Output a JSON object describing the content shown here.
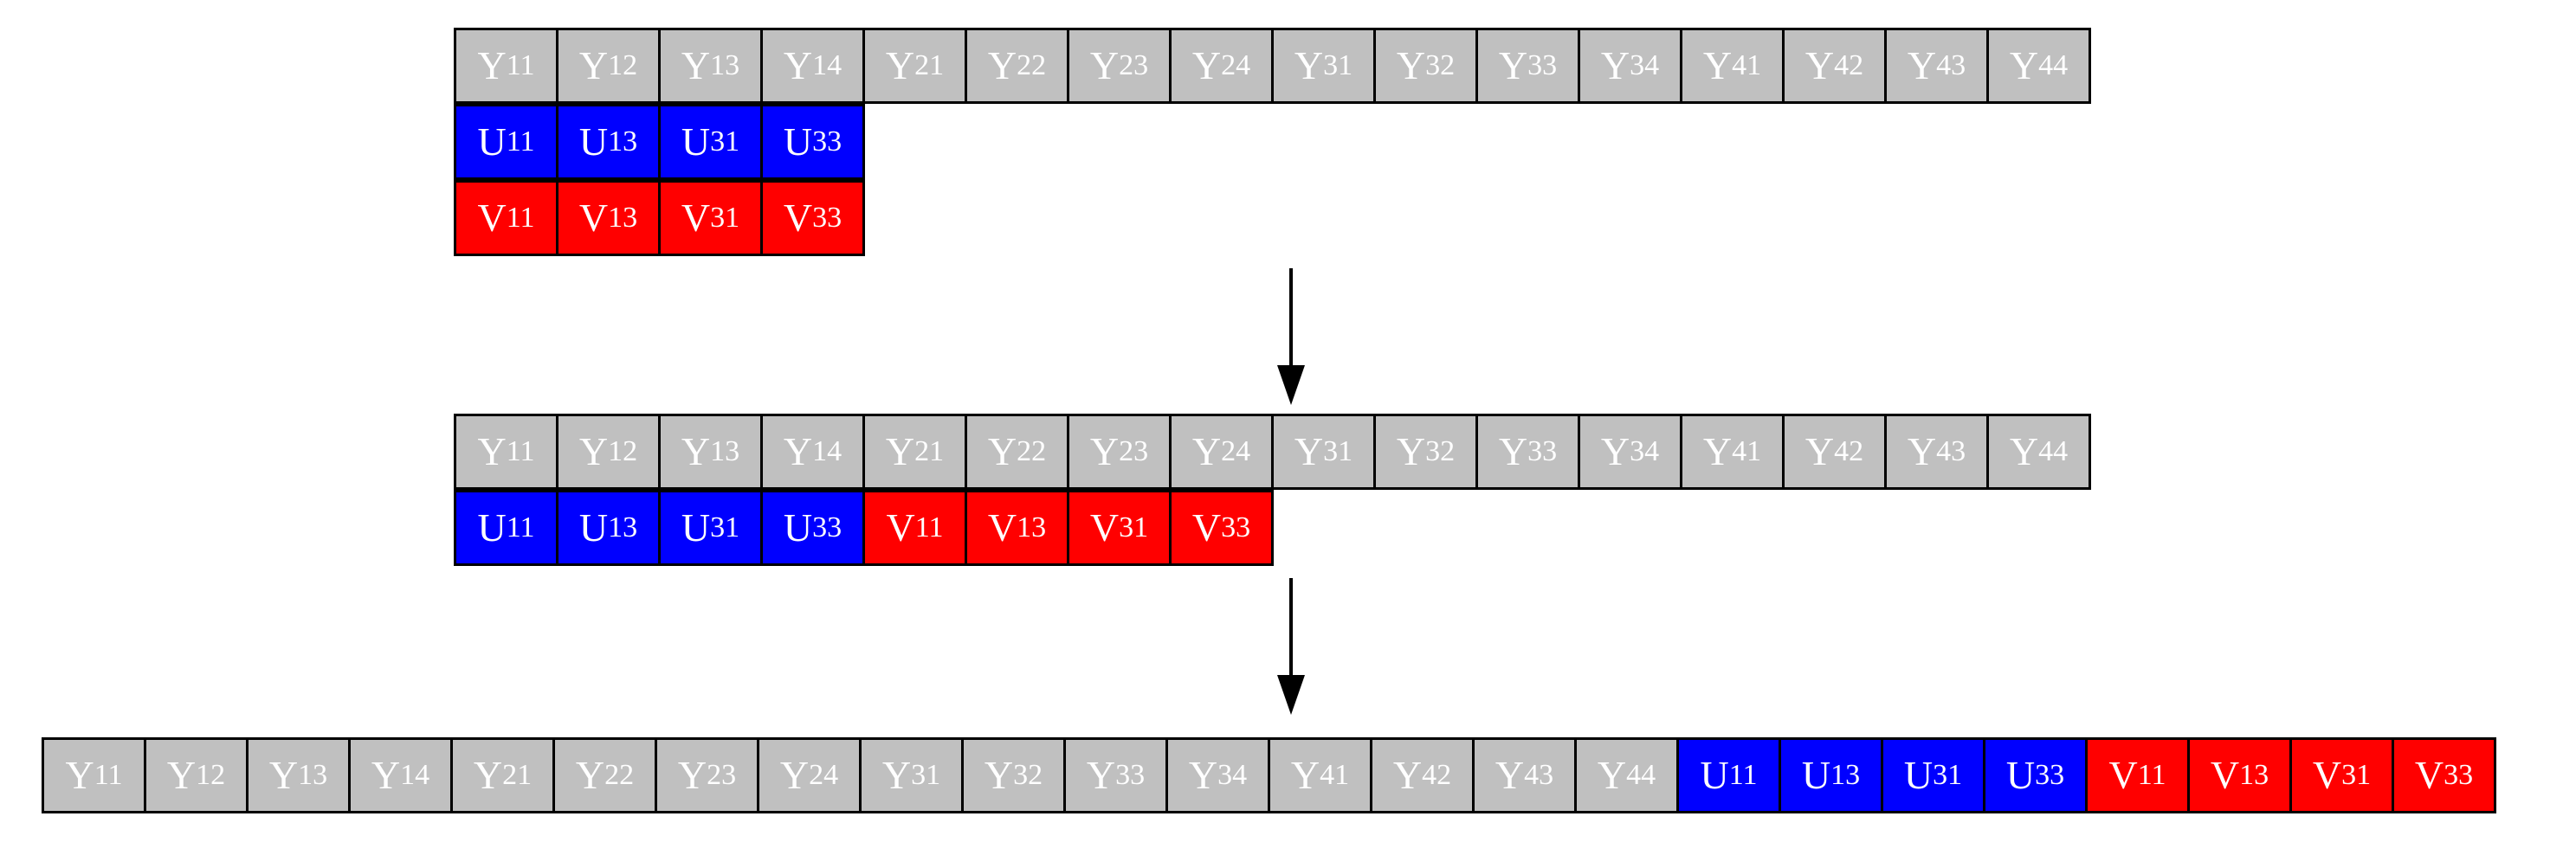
{
  "colors": {
    "y_fill": "#c0c0c0",
    "u_fill": "#0000ff",
    "v_fill": "#ff0000",
    "border": "#000000",
    "text": "#ffffff"
  },
  "stage1": {
    "y_plane": [
      {
        "letter": "Y",
        "sub": "11"
      },
      {
        "letter": "Y",
        "sub": "12"
      },
      {
        "letter": "Y",
        "sub": "13"
      },
      {
        "letter": "Y",
        "sub": "14"
      },
      {
        "letter": "Y",
        "sub": "21"
      },
      {
        "letter": "Y",
        "sub": "22"
      },
      {
        "letter": "Y",
        "sub": "23"
      },
      {
        "letter": "Y",
        "sub": "24"
      },
      {
        "letter": "Y",
        "sub": "31"
      },
      {
        "letter": "Y",
        "sub": "32"
      },
      {
        "letter": "Y",
        "sub": "33"
      },
      {
        "letter": "Y",
        "sub": "34"
      },
      {
        "letter": "Y",
        "sub": "41"
      },
      {
        "letter": "Y",
        "sub": "42"
      },
      {
        "letter": "Y",
        "sub": "43"
      },
      {
        "letter": "Y",
        "sub": "44"
      }
    ],
    "u_plane": [
      {
        "letter": "U",
        "sub": "11"
      },
      {
        "letter": "U",
        "sub": "13"
      },
      {
        "letter": "U",
        "sub": "31"
      },
      {
        "letter": "U",
        "sub": "33"
      }
    ],
    "v_plane": [
      {
        "letter": "V",
        "sub": "11"
      },
      {
        "letter": "V",
        "sub": "13"
      },
      {
        "letter": "V",
        "sub": "31"
      },
      {
        "letter": "V",
        "sub": "33"
      }
    ]
  },
  "stage2": {
    "y_plane": [
      {
        "letter": "Y",
        "sub": "11"
      },
      {
        "letter": "Y",
        "sub": "12"
      },
      {
        "letter": "Y",
        "sub": "13"
      },
      {
        "letter": "Y",
        "sub": "14"
      },
      {
        "letter": "Y",
        "sub": "21"
      },
      {
        "letter": "Y",
        "sub": "22"
      },
      {
        "letter": "Y",
        "sub": "23"
      },
      {
        "letter": "Y",
        "sub": "24"
      },
      {
        "letter": "Y",
        "sub": "31"
      },
      {
        "letter": "Y",
        "sub": "32"
      },
      {
        "letter": "Y",
        "sub": "33"
      },
      {
        "letter": "Y",
        "sub": "34"
      },
      {
        "letter": "Y",
        "sub": "41"
      },
      {
        "letter": "Y",
        "sub": "42"
      },
      {
        "letter": "Y",
        "sub": "43"
      },
      {
        "letter": "Y",
        "sub": "44"
      }
    ],
    "uv_plane": [
      {
        "letter": "U",
        "sub": "11"
      },
      {
        "letter": "U",
        "sub": "13"
      },
      {
        "letter": "U",
        "sub": "31"
      },
      {
        "letter": "U",
        "sub": "33"
      },
      {
        "letter": "V",
        "sub": "11"
      },
      {
        "letter": "V",
        "sub": "13"
      },
      {
        "letter": "V",
        "sub": "31"
      },
      {
        "letter": "V",
        "sub": "33"
      }
    ]
  },
  "stage3": {
    "buffer": [
      {
        "letter": "Y",
        "sub": "11"
      },
      {
        "letter": "Y",
        "sub": "12"
      },
      {
        "letter": "Y",
        "sub": "13"
      },
      {
        "letter": "Y",
        "sub": "14"
      },
      {
        "letter": "Y",
        "sub": "21"
      },
      {
        "letter": "Y",
        "sub": "22"
      },
      {
        "letter": "Y",
        "sub": "23"
      },
      {
        "letter": "Y",
        "sub": "24"
      },
      {
        "letter": "Y",
        "sub": "31"
      },
      {
        "letter": "Y",
        "sub": "32"
      },
      {
        "letter": "Y",
        "sub": "33"
      },
      {
        "letter": "Y",
        "sub": "34"
      },
      {
        "letter": "Y",
        "sub": "41"
      },
      {
        "letter": "Y",
        "sub": "42"
      },
      {
        "letter": "Y",
        "sub": "43"
      },
      {
        "letter": "Y",
        "sub": "44"
      },
      {
        "letter": "U",
        "sub": "11"
      },
      {
        "letter": "U",
        "sub": "13"
      },
      {
        "letter": "U",
        "sub": "31"
      },
      {
        "letter": "U",
        "sub": "33"
      },
      {
        "letter": "V",
        "sub": "11"
      },
      {
        "letter": "V",
        "sub": "13"
      },
      {
        "letter": "V",
        "sub": "31"
      },
      {
        "letter": "V",
        "sub": "33"
      }
    ]
  }
}
